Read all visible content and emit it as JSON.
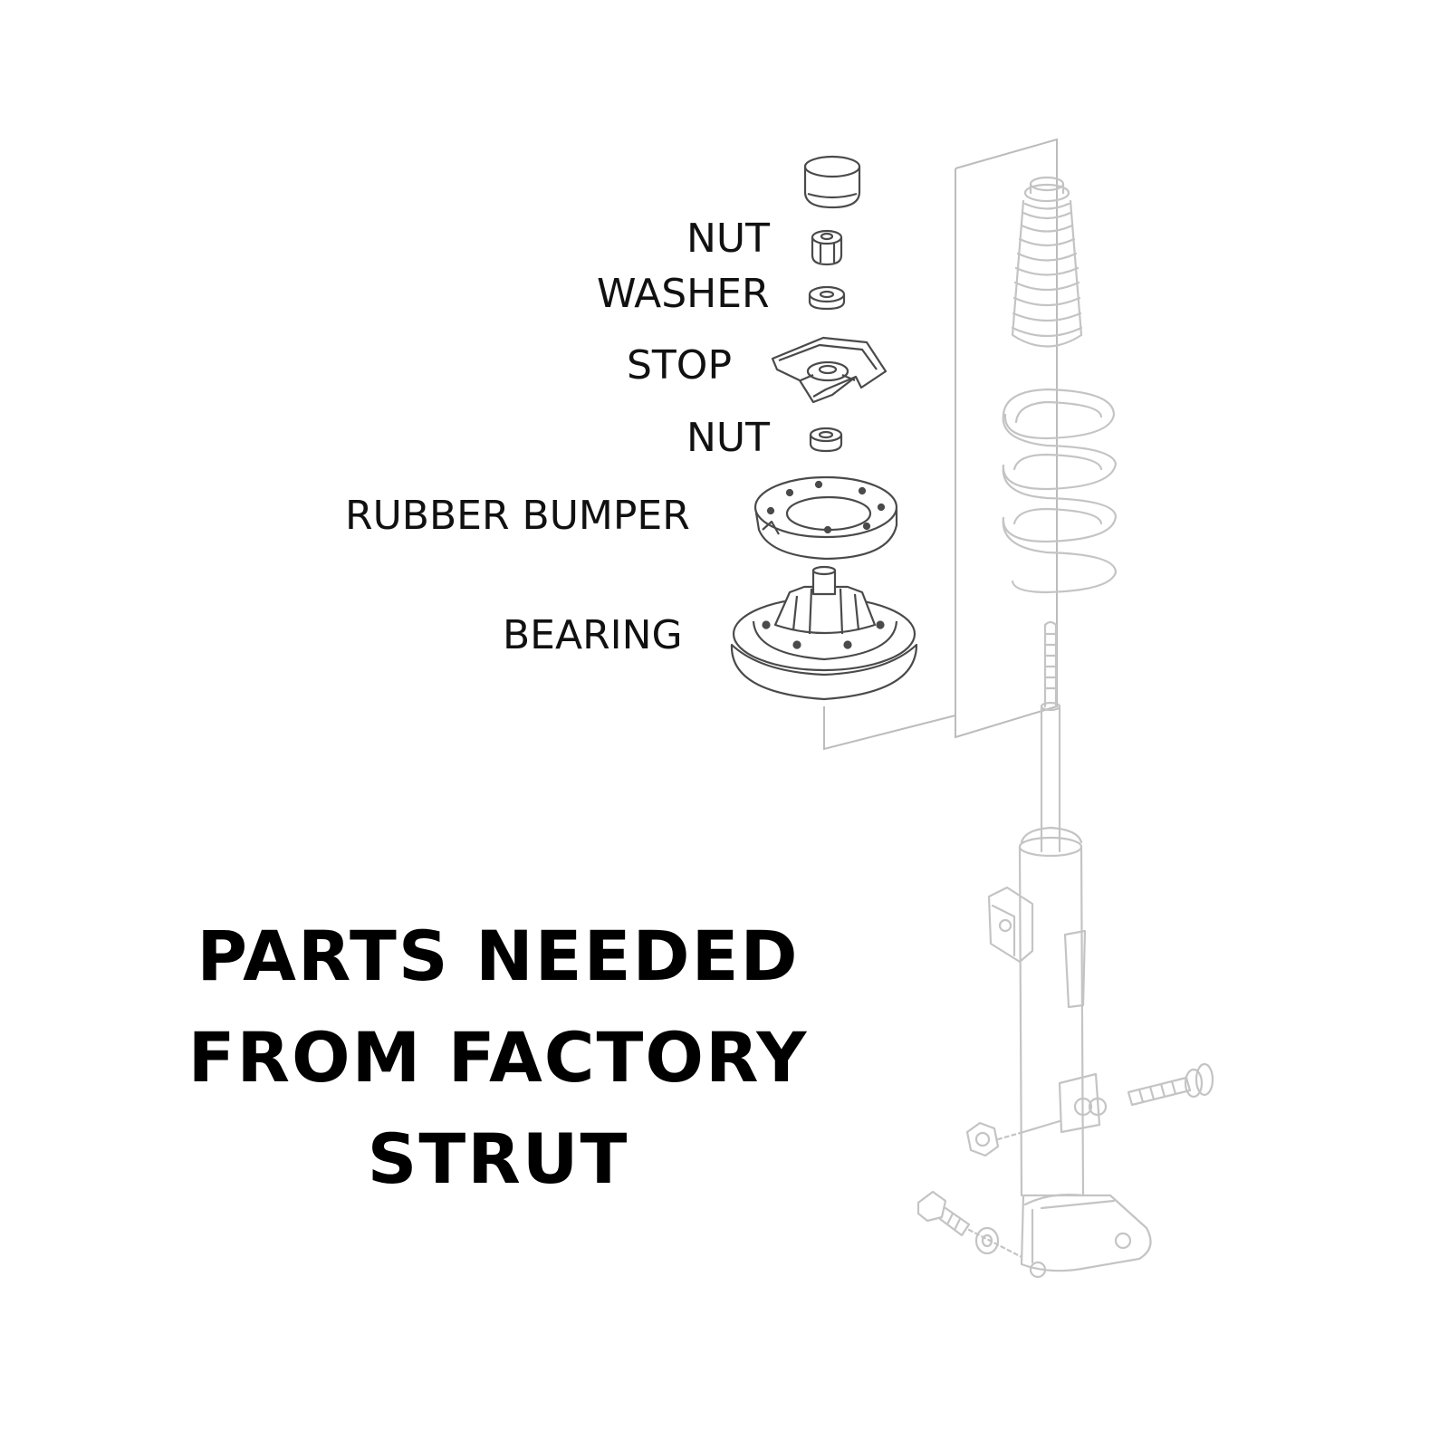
{
  "labels": {
    "top_nut": "NUT",
    "washer": "WASHER",
    "stop": "STOP",
    "lower_nut": "NUT",
    "rubber_bumper": "RUBBER BUMPER",
    "bearing": "BEARING"
  },
  "heading": {
    "line1": "PARTS NEEDED",
    "line2": "FROM FACTORY",
    "line3": "STRUT"
  },
  "colors": {
    "needed_parts_ink": "#4a4a4a",
    "faded_parts_ink": "#c4c4c4",
    "text": "#000000"
  }
}
